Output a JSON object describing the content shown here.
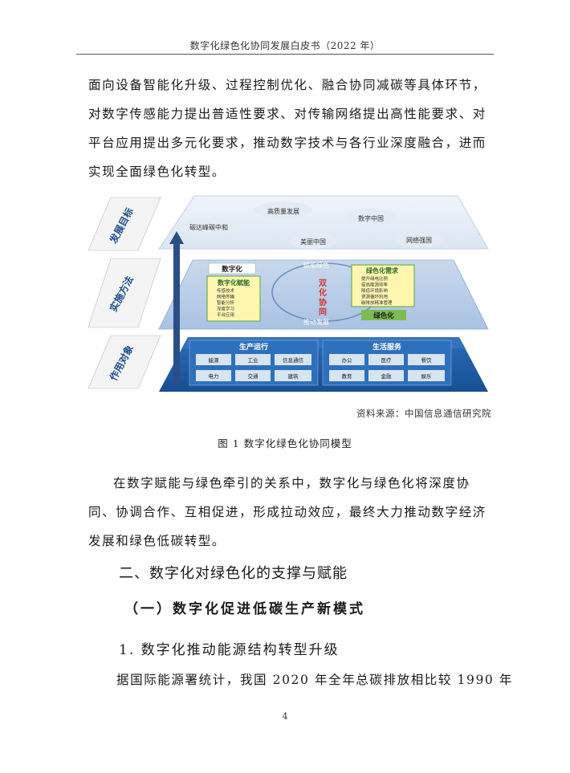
{
  "header": {
    "title": "数字化绿色化协同发展白皮书（2022 年）"
  },
  "body": {
    "paragraph1": "面向设备智能化升级、过程控制优化、融合协同减碳等具体环节，对数字传感能力提出普适性要求、对传输网络提出高性能要求、对平台应用提出多元化要求，推动数字技术与各行业深度融合，进而实现全面绿色化转型。",
    "paragraph2": "在数字赋能与绿色牵引的关系中，数字化与绿色化将深度协同、协调合作、互相促进，形成拉动效应，最终大力推动数字经济发展和绿色低碳转型。",
    "heading2": "二、数字化对绿色化的支撑与赋能",
    "heading3": "（一）数字化促进低碳生产新模式",
    "heading4": "1. 数字化推动能源结构转型升级",
    "paragraph3": "据国际能源署统计，我国 2020 年全年总碳排放相比较 1990 年"
  },
  "figure": {
    "layer_labels": {
      "top": "发展目标",
      "middle": "实施方法",
      "bottom": "作用对象"
    },
    "goals": [
      "高质量发展",
      "碳达峰碳中和",
      "数字中国",
      "美丽中国",
      "网络强国"
    ],
    "method": {
      "top_arc": "赋能绿色",
      "bottom_arc": "推动发展",
      "center": [
        "双",
        "化",
        "协",
        "同"
      ],
      "left_title": "数字化",
      "left_box_title": "数字化赋能",
      "left_items": [
        "传感技术",
        "网络传输",
        "智能分析",
        "深度学习",
        "平台应用"
      ],
      "right_box_title": "绿色化需求",
      "right_items": [
        "提升绿电比例",
        "提高能源效率",
        "降低环境影响",
        "资源循环利用",
        "碳排放精准管理"
      ],
      "right_title": "绿色化"
    },
    "objects": {
      "left_title": "生产运行",
      "left_cells": [
        "能源",
        "工业",
        "信息通信",
        "电力",
        "交通",
        "建筑"
      ],
      "right_title": "生活服务",
      "right_cells": [
        "办公",
        "医疗",
        "餐饮",
        "教育",
        "金融",
        "娱乐"
      ]
    },
    "source": "资料来源：中国信息通信研究院",
    "caption": "图 1  数字化绿色化协同模型"
  },
  "page_number": "4",
  "colors": {
    "dark_blue": "#1f5fa8",
    "green": "#6ab04c",
    "yellow": "#fff7b0",
    "cloud": "#e6eef7",
    "arrow": "#2a4e86"
  }
}
